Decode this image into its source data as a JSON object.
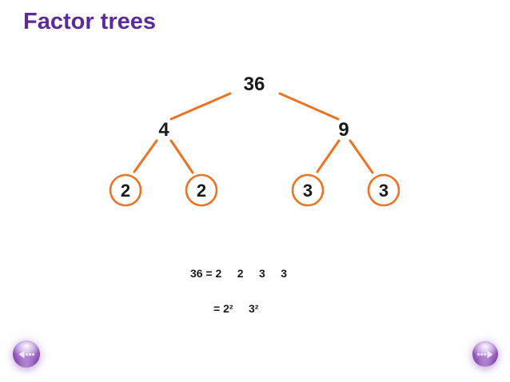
{
  "title": "Factor trees",
  "tree": {
    "root": "36",
    "left_factor": "4",
    "right_factor": "9",
    "leaves": [
      "2",
      "2",
      "3",
      "3"
    ]
  },
  "equations": {
    "line1": "36 = 2     2     3     3",
    "line2": "= 2²     3²"
  },
  "colors": {
    "title_purple": "#5B2A9B",
    "branch_orange": "#ED7324",
    "number_black": "#1A1A1A",
    "nav_button_purple": "#8A4FB5"
  }
}
